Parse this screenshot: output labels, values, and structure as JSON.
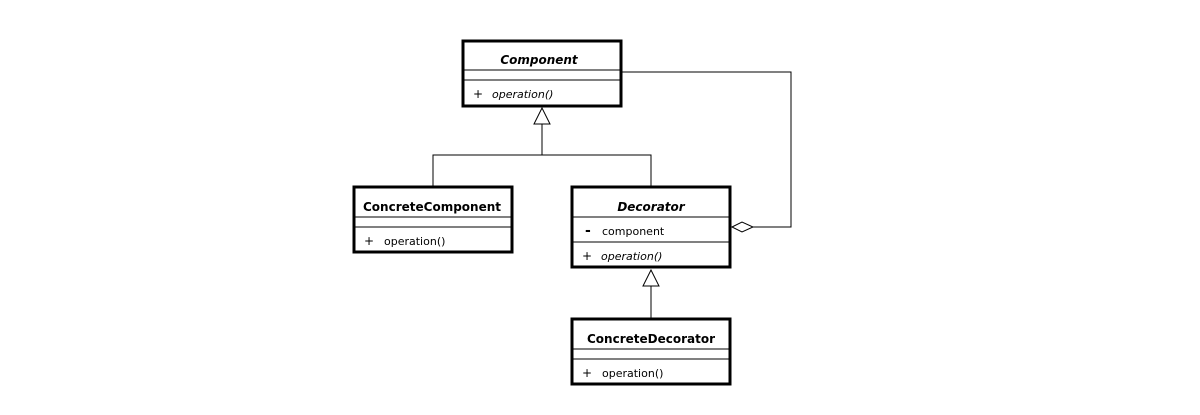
{
  "classes": {
    "component": {
      "name": "Component",
      "operation": {
        "visibility": "+",
        "name": "operation()"
      }
    },
    "concrete_component": {
      "name": "ConcreteComponent",
      "operation": {
        "visibility": "+",
        "name": "operation()"
      }
    },
    "decorator": {
      "name": "Decorator",
      "attribute": {
        "visibility": "-",
        "name": "component"
      },
      "operation": {
        "visibility": "+",
        "name": "operation()"
      }
    },
    "concrete_decorator": {
      "name": "ConcreteDecorator",
      "operation": {
        "visibility": "+",
        "name": "operation()"
      }
    }
  }
}
